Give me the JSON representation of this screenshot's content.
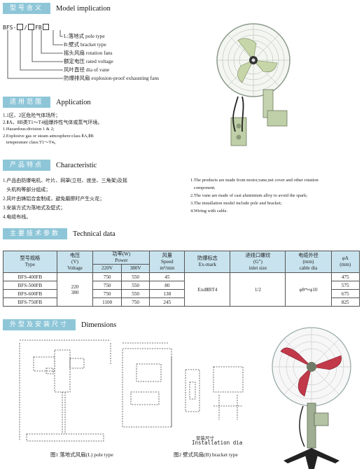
{
  "sections": {
    "model": {
      "cn": "型号含义",
      "en": "Model implication"
    },
    "application": {
      "cn": "适用范围",
      "en": "Application"
    },
    "characteristic": {
      "cn": "产品特点",
      "en": "Characteristic"
    },
    "technical": {
      "cn": "主要技术参数",
      "en": "Technical data"
    },
    "dimensions": {
      "cn": "外型及安装尺寸",
      "en": "Dimensions"
    }
  },
  "model_code": {
    "prefix": "BFS",
    "sep": "/",
    "fb": "FB"
  },
  "model_labels": [
    "L:落地式  pole type",
    "B:壁式  bracket type",
    "摇头风扇  rotation fans",
    "额定电压  rated voltage",
    "风叶直径  dia of vane",
    "防爆排风扇  explosion-proof exhausting fans"
  ],
  "application": [
    "1.1区、2区危险气体场所；",
    "2.ⅡA、ⅡB类T1～T4组爆炸性气体或蒸气环境。",
    "1.Hazardous:division 1 & 2;",
    "2.Explosive gas or steam atmosphere:class ⅡA,ⅡB",
    "   temperature class:T1～T4。"
  ],
  "characteristic_cn": [
    "1.产品由防爆电机、叶片、网罩(立柱、底坐、三角架)及摇",
    "   头机构等部分组成；",
    "2.风叶由铸铝合金制成，避免磨擦时产生火花；",
    "3.安装方式为落地式及壁式；",
    "4.电缆布线。"
  ],
  "characteristic_en": [
    "1.The products are made from motor,vane,net cover and other rotation",
    "   component;",
    "2.The vane are made of cast aluminium alloy to avoid the spark;",
    "3.The installation model include pole and bracket;",
    "4.Wiring with cable."
  ],
  "table": {
    "headers": {
      "type_cn": "型号规格",
      "type_en": "Type",
      "volt_cn": "电压",
      "volt_unit": "(V)",
      "volt_en": "Voltage",
      "power_cn": "功率(W)",
      "power_en": "Power",
      "p220": "220V",
      "p380": "380V",
      "speed_cn": "风量",
      "speed_en": "Speed",
      "speed_unit": "m³/min",
      "exmark_cn": "防爆标志",
      "exmark_en": "Ex-mark",
      "inlet_cn": "进线口螺纹",
      "inlet_unit": "(G\")",
      "inlet_en": "inlet size",
      "cable_cn": "电缆外径",
      "cable_unit": "(mm)",
      "cable_en": "cable dia",
      "phiA": "φA",
      "phiA_unit": "(mm)"
    },
    "voltage": [
      "220",
      "380"
    ],
    "exmark": "ExdⅡBT4",
    "inlet": "1/2",
    "cable": "φ8～φ10",
    "rows": [
      {
        "type": "BFS-400FB",
        "p220": "750",
        "p380": "550",
        "speed": "45",
        "a": "475"
      },
      {
        "type": "BFS-500FB",
        "p220": "750",
        "p380": "550",
        "speed": "80",
        "a": "575"
      },
      {
        "type": "BFS-600FB",
        "p220": "750",
        "p380": "550",
        "speed": "138",
        "a": "675"
      },
      {
        "type": "BFS-750FB",
        "p220": "1100",
        "p380": "750",
        "speed": "245",
        "a": "825"
      }
    ]
  },
  "dimensions": {
    "install_label": "Installation dia",
    "install_cn": "安装尺寸",
    "caption1": "图1 落地式风扇(L)  pole type",
    "caption2": "图2 壁式风扇(B) bracket type"
  }
}
